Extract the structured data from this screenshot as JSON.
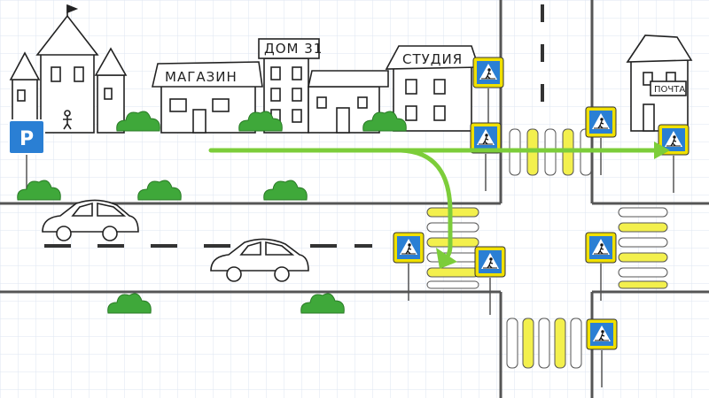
{
  "scene": {
    "title": "",
    "colors": {
      "background": "#ffffff",
      "grid": "#dde6f2",
      "road_line": "#555555",
      "crossing_yellow": "#f3f04d",
      "sign_border": "#f0e000",
      "sign_blue": "#2a7fd4",
      "parking_blue": "#2a7fd4",
      "route_green": "#7ccd3a",
      "bush_green": "#3fa83a"
    }
  },
  "buildings": {
    "shop_label": "МАГАЗИН",
    "house_label": "ДОМ 31",
    "studio_label": "СТУДИЯ",
    "post_label": "ПОЧТА"
  },
  "signs": {
    "parking_letter": "P",
    "pedestrian_icon": "pedestrian-crossing-icon",
    "parking_icon": "parking-sign-icon"
  }
}
